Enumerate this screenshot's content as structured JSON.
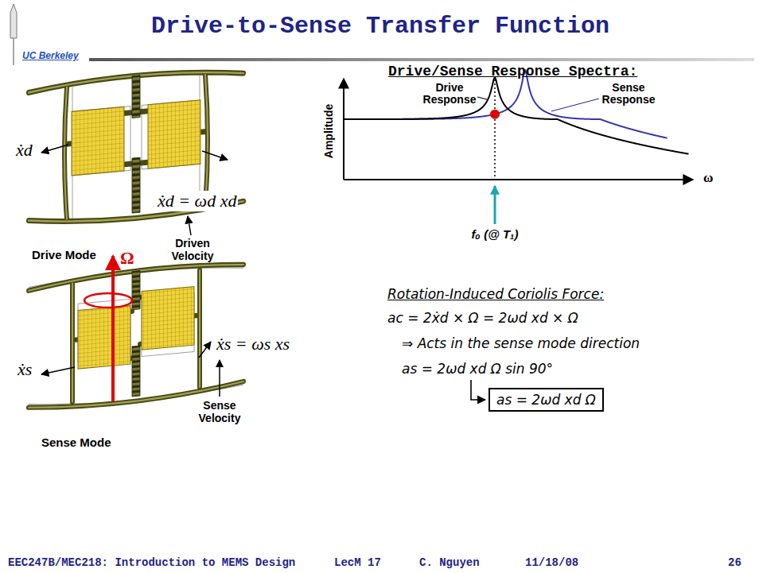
{
  "diagram": {
    "title": "Drive-to-Sense Transfer Function",
    "nodes": [
      {
        "text": [
          "as = 2ωd xd Ω"
        ]
      }
    ],
    "labels": [
      "UC Berkeley",
      "ẋd",
      "ẋd = ωd xd",
      "Driven Velocity",
      "Drive Mode",
      "Ω",
      "ẋs = ωs xs",
      "ẋs",
      "Sense Velocity",
      "Sense Mode",
      "Drive/Sense Response Spectra:",
      "Drive Response",
      "Sense Response",
      "Amplitude",
      "fₒ (@ T₁)",
      "ω",
      "Rotation-Induced Coriolis Force:",
      "ac = 2ẋd × Ω = 2ωd xd × Ω",
      "⇒ Acts in the sense mode direction",
      "as = 2ωd xd Ω sin 90°",
      "EEC247B/MEC218: Introduction to MEMS Design",
      "LecM 17",
      "C. Nguyen",
      "11/18/08",
      "26"
    ]
  }
}
